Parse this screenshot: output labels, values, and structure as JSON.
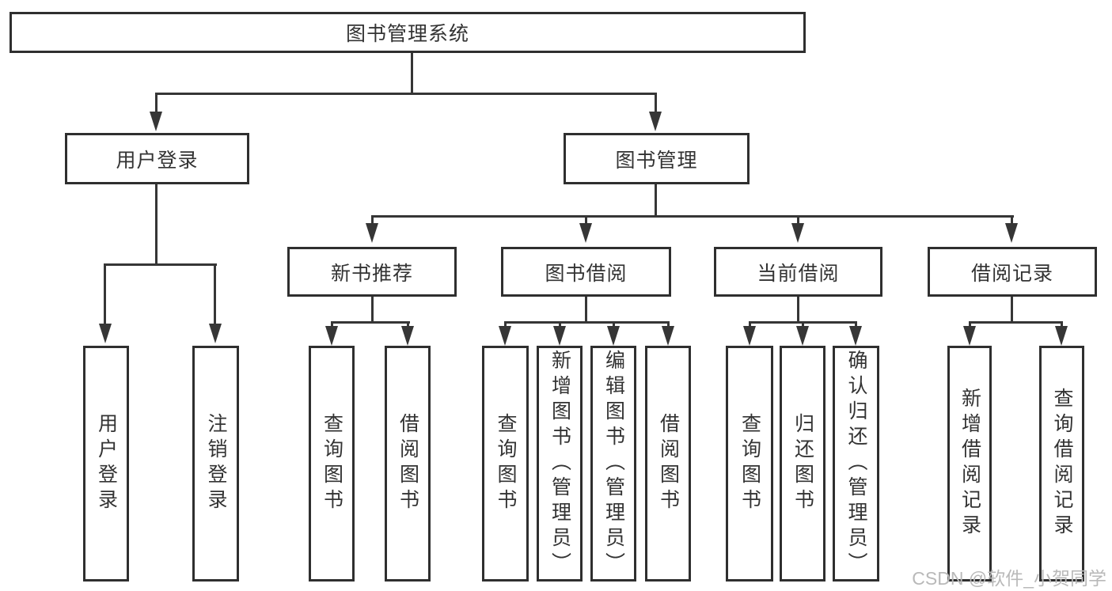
{
  "nodes": {
    "root": "图书管理系统",
    "level1": {
      "login": "用户登录",
      "management": "图书管理"
    },
    "login_children": [
      "用户登录",
      "注销登录"
    ],
    "modules": [
      "新书推荐",
      "图书借阅",
      "当前借阅",
      "借阅记录"
    ],
    "module_children": {
      "recommend": [
        "查询图书",
        "借阅图书"
      ],
      "borrow": [
        "查询图书",
        "新增图书（管理员）",
        "编辑图书（管理员）",
        "借阅图书"
      ],
      "current": [
        "查询图书",
        "归还图书",
        "确认归还（管理员）"
      ],
      "records": [
        "新增借阅记录",
        "查询借阅记录"
      ]
    }
  },
  "watermark": "CSDN @软件_小贺同学",
  "colors": {
    "line": "#363636",
    "border": "#2f2f2f",
    "text": "#333333",
    "watermark": "#b9b9b9",
    "background": "#ffffff"
  }
}
